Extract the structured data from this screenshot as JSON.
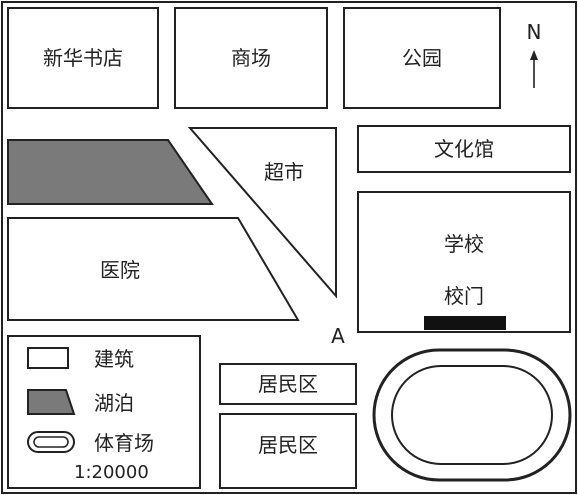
{
  "map": {
    "north_label": "N",
    "point_label": "A",
    "buildings": {
      "bookstore": "新华书店",
      "mall": "商场",
      "park": "公园",
      "cultural_center": "文化馆",
      "supermarket": "超市",
      "school": "学校",
      "school_gate": "校门",
      "hospital": "医院",
      "residential_1": "居民区",
      "residential_2": "居民区"
    },
    "legend": {
      "building_label": "建筑",
      "lake_label": "湖泊",
      "stadium_label": "体育场",
      "scale": "1:20000"
    }
  }
}
